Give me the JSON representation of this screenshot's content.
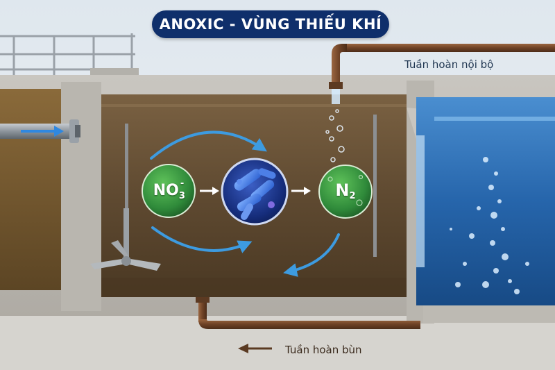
{
  "title": "ANOXIC - VÙNG THIẾU KHÍ",
  "labels": {
    "internal_recirculation": "Tuần hoàn nội bộ",
    "sludge_recirculation": "Tuần hoàn bùn"
  },
  "process": {
    "input": {
      "symbol": "NO",
      "subscript": "3",
      "superscript": "-"
    },
    "output": {
      "symbol": "N",
      "subscript": "2"
    }
  },
  "colors": {
    "title_bg": "#0f2f6b",
    "anoxic_water": "#6b5437",
    "aerobic_water": "#2f6fb4",
    "circle_green": "#2f8a3a",
    "bacteria_blue": "#2b5fd0",
    "arrow_blue": "#4aa3e0",
    "pipe_brown": "#7a4a2c"
  },
  "icons": [
    "stirrer-icon",
    "bacteria-icon",
    "bubble-icon",
    "pipe-icon",
    "arrow-icon"
  ]
}
